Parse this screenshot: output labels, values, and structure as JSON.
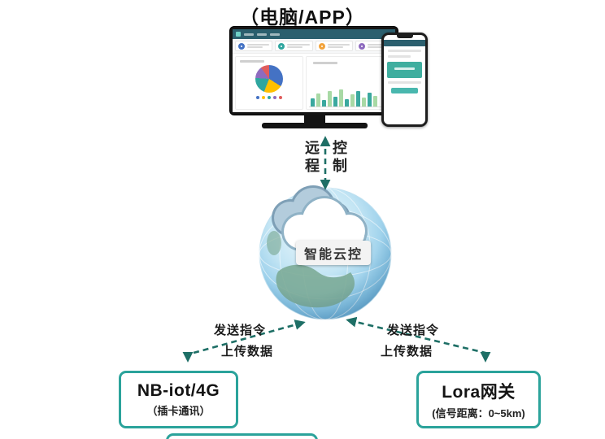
{
  "title": "（电脑/APP）",
  "remote_link": {
    "left_label": "远程",
    "right_label": "控制"
  },
  "cloud": {
    "label": "智能云控"
  },
  "left_link": {
    "command": "发送指令",
    "upload": "上传数据"
  },
  "right_link": {
    "command": "发送指令",
    "upload": "上传数据"
  },
  "left_node": {
    "title": "NB-iot/4G",
    "subtitle": "（插卡通讯）"
  },
  "right_node": {
    "title": "Lora网关",
    "subtitle": "(信号距离：0~5km)"
  },
  "monitor": {
    "bars": [
      10,
      16,
      8,
      19,
      12,
      21,
      9,
      15,
      19,
      11,
      17,
      13
    ],
    "bar_colors": [
      "#3aa89f",
      "#a8d9a5"
    ],
    "pie": [
      {
        "color": "#4472c4",
        "value": 34
      },
      {
        "color": "#ffc000",
        "value": 22
      },
      {
        "color": "#2fa69f",
        "value": 20
      },
      {
        "color": "#8e6bbf",
        "value": 14
      },
      {
        "color": "#e05c5c",
        "value": 10
      }
    ],
    "stat_colors": [
      "#4472c4",
      "#2fa69f",
      "#f2a33c",
      "#8e6bbf"
    ]
  },
  "colors": {
    "accent": "#2ba39b",
    "arrow": "#1e6f66"
  }
}
